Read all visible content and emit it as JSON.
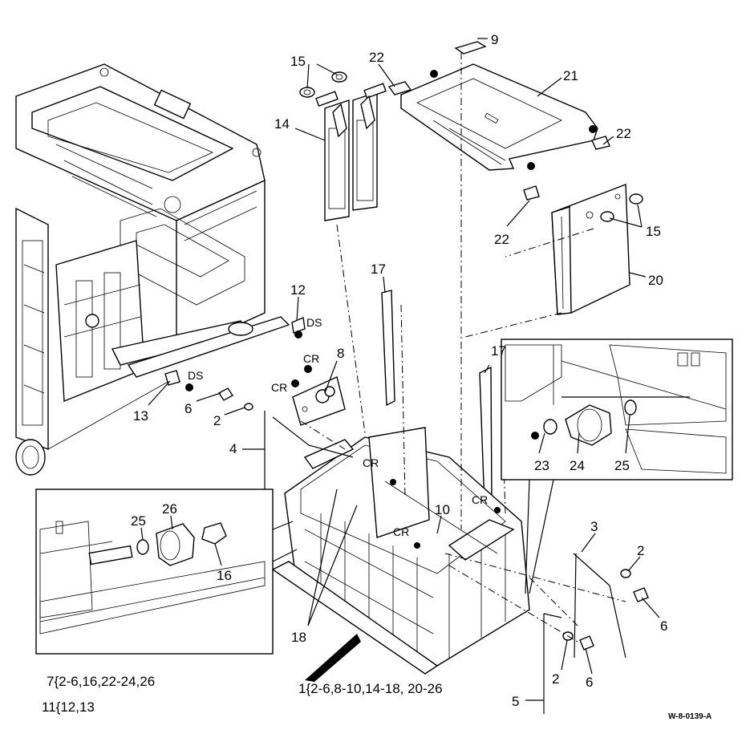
{
  "callouts": {
    "c1": "15",
    "c2": "22",
    "c3": "9",
    "c4": "21",
    "c5": "14",
    "c6": "22",
    "c7": "22",
    "c8": "15",
    "c9": "20",
    "c10": "17",
    "c11": "12",
    "c12": "DS",
    "c13": "CR",
    "c14": "8",
    "c15": "CR",
    "c16": "DS",
    "c17": "13",
    "c18": "6",
    "c19": "2",
    "c20": "4",
    "c21": "CR",
    "c22": "17",
    "c23": "CR",
    "c24": "10",
    "c25": "CR",
    "c26": "23",
    "c27": "24",
    "c28": "25",
    "c29": "3",
    "c30": "2",
    "c31": "6",
    "c32": "25",
    "c33": "26",
    "c34": "16",
    "c35": "18",
    "c36": "2",
    "c37": "6",
    "c38": "5"
  },
  "notes": {
    "kit7": "7{2-6,16,22-24,26",
    "kit11": "11{12,13",
    "kit1": "1{2-6,8-10,14-18, 20-26"
  },
  "figure_code": "W-8-0139-A"
}
